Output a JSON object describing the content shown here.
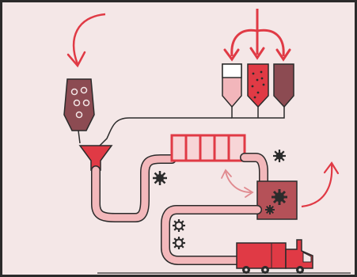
{
  "diagram": {
    "style": "hand-drawn illustration, no printed text",
    "colors": {
      "background": "#f4e7e7",
      "frame": "#2b2b2b",
      "accent_red": "#e03a45",
      "pipe_fill": "#f3b8bb",
      "outline": "#2b2b2b",
      "hopper": "#8c4b52",
      "silo_light": "#f2b6bb",
      "silo_red": "#e03a45",
      "silo_dark": "#8c4b52",
      "machine": "#b55158",
      "truck": "#e03a45",
      "belt_fill": "#f7d5d7"
    },
    "components": [
      "incoming-arrow",
      "hopper",
      "three-way-split-arrow",
      "silos",
      "feed-lines",
      "funnel",
      "conveyor-rack",
      "gear-cogs",
      "bidirectional-arrow",
      "processing-machine",
      "outgoing-arrow",
      "delivery-truck"
    ]
  }
}
